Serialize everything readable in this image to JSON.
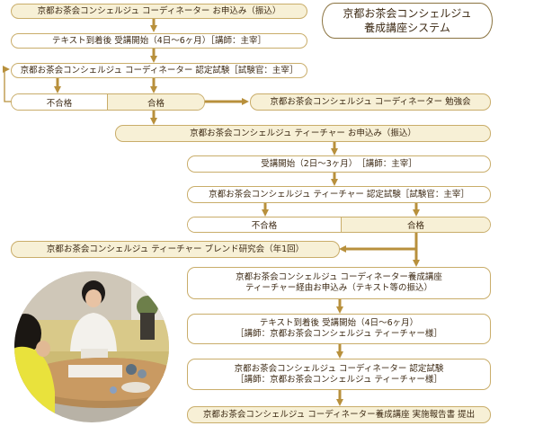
{
  "title": {
    "line1": "京都お茶会コンシェルジュ",
    "line2": "養成講座システム"
  },
  "flow": {
    "s1": "京都お茶会コンシェルジュ コーディネーター お申込み（振込）",
    "s2": "テキスト到着後 受講開始（4日〜6ヶ月）［講師：主宰］",
    "s3": "京都お茶会コンシェルジュ コーディネーター 認定試験［試験官：主宰］",
    "s4_fail": "不合格",
    "s4_pass": "合格",
    "s4_side": "京都お茶会コンシェルジュ コーディネーター 勉強会",
    "s5": "京都お茶会コンシェルジュ ティーチャー お申込み（振込）",
    "s6": "受講開始（2日〜3ヶ月）　［講師：主宰］",
    "s7": "京都お茶会コンシェルジュ ティーチャー 認定試験［試験官：主宰］",
    "s8_fail": "不合格",
    "s8_pass": "合格",
    "s9": "京都お茶会コンシェルジュ ティーチャー ブレンド研究会（年1回）",
    "s10_line1": "京都お茶会コンシェルジュ コーディネーター養成講座",
    "s10_line2": "ティーチャー経由お申込み（テキスト等の振込）",
    "s11_line1": "テキスト到着後 受講開始（4日〜6ヶ月）",
    "s11_line2": "［講師：京都お茶会コンシェルジュ ティーチャー様］",
    "s12_line1": "京都お茶会コンシェルジュ コーディネーター 認定試験",
    "s12_line2": "［講師：京都お茶会コンシェルジュ ティーチャー様］",
    "s13": "京都お茶会コンシェルジュ コーディネーター養成講座 実施報告書 提出"
  },
  "colors": {
    "box_border": "#c9ad6a",
    "box_fill": "#f7f0d6",
    "arrow": "#b8903c",
    "text": "#3d2a14"
  },
  "photo": {
    "description_icon": "tea-lesson-photo"
  }
}
